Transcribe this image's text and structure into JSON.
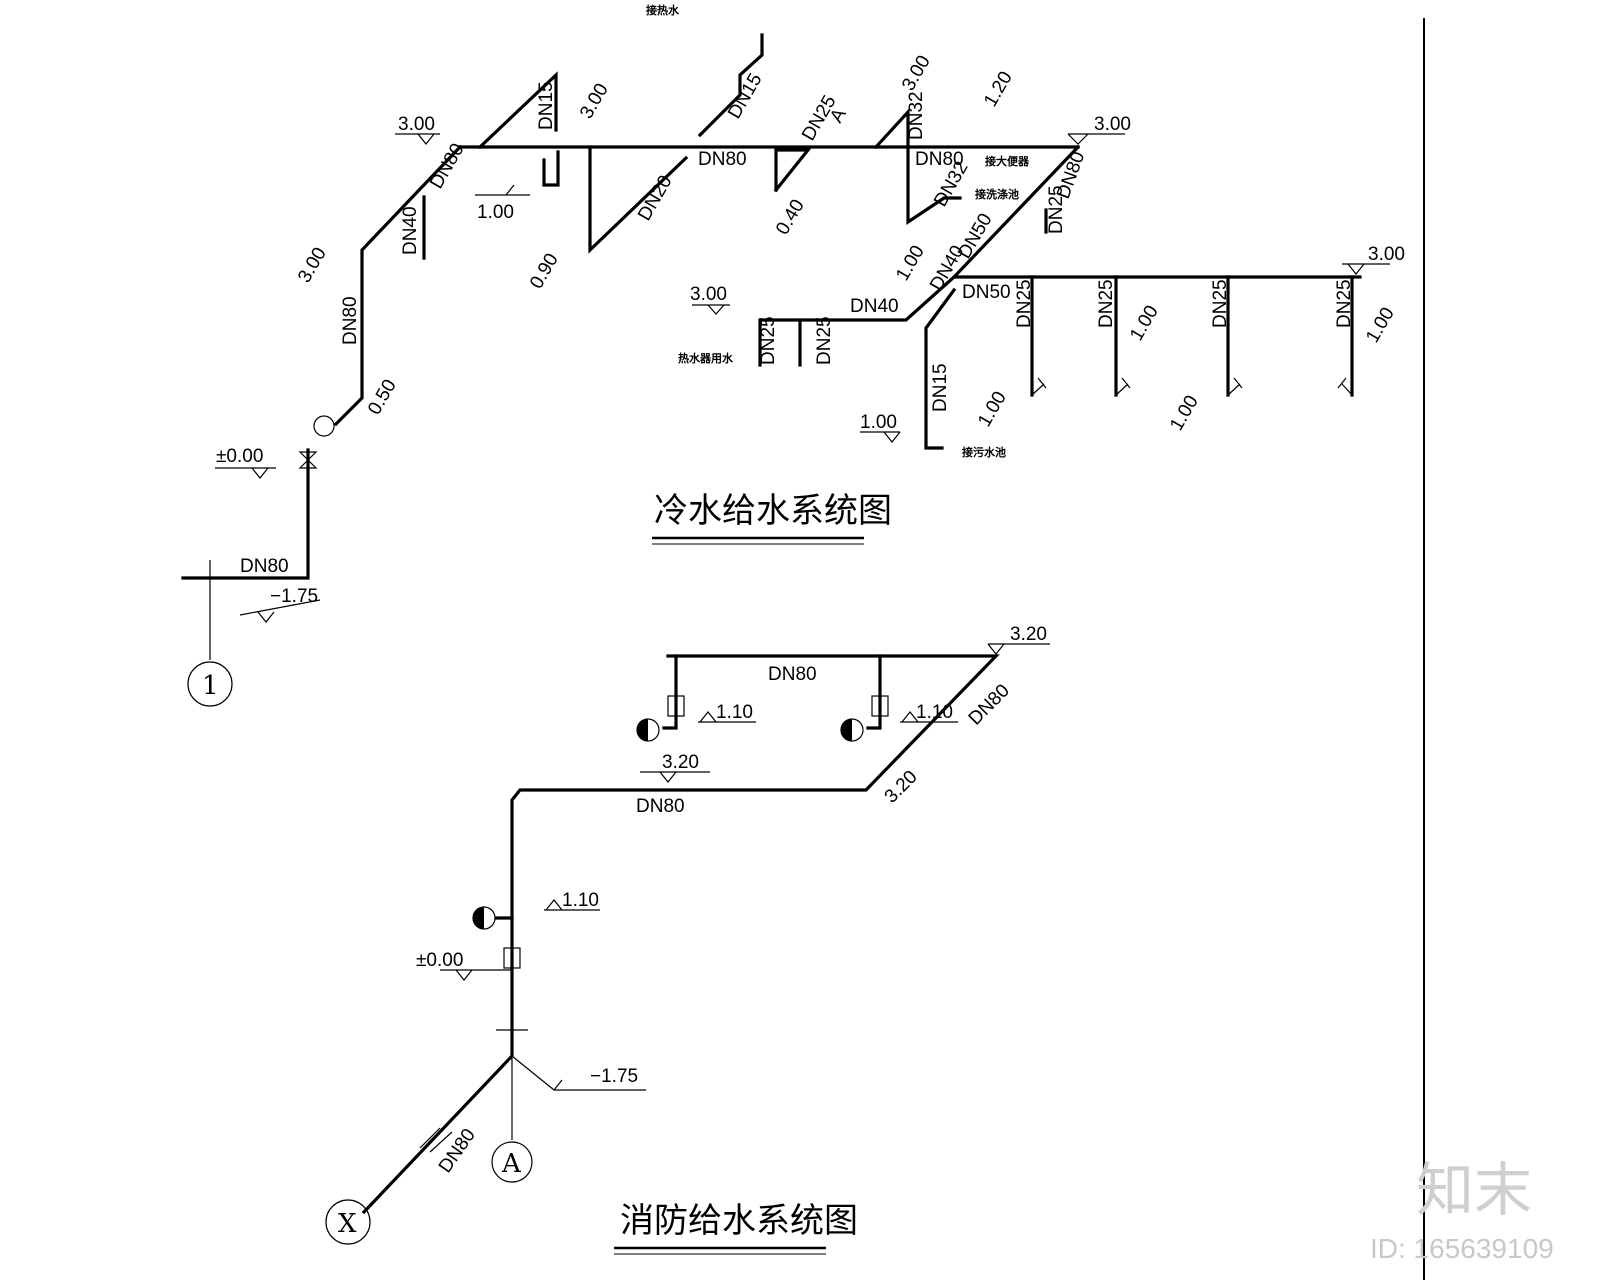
{
  "titles": {
    "cold_water": "冷水给水系统图",
    "fire_water": "消防给水系统图"
  },
  "cold": {
    "main_dn80_top": "DN80",
    "main_dn80_diag": "DN80",
    "riser_dn80": "DN80",
    "dn80_right": "DN80",
    "dn80_far_right": "DN80",
    "dn80_inlet": "DN80",
    "dn40_left": "DN40",
    "dn15_top": "DN15",
    "dn20": "DN20",
    "dn15_hot": "DN15",
    "dn25_a": "DN25",
    "a_marker": "A",
    "dn32_top": "DN32",
    "dn32_mid": "DN32",
    "dn50_diag": "DN50",
    "dn40_diag": "DN40",
    "dn25_right_riser": "DN25",
    "dn40_branch": "DN40",
    "dn25_heater_1": "DN25",
    "dn25_heater_2": "DN25",
    "dn50_branch": "DN50",
    "dn25_b1": "DN25",
    "dn25_b2": "DN25",
    "dn25_b3": "DN25",
    "dn25_b4": "DN25",
    "dn15_down": "DN15",
    "el_300_top_left": "3.00",
    "el_300_riser": "3.00",
    "el_300_branch": "3.00",
    "el_300_top": "3.00",
    "el_300_right": "3.00",
    "el_300_heater": "3.00",
    "el_300_far_right": "3.00",
    "el_120": "1.20",
    "el_100_mid": "1.00",
    "el_100_diag": "1.00",
    "el_100_b1": "1.00",
    "el_100_b2": "1.00",
    "el_100_b3": "1.00",
    "el_100_b4": "1.00",
    "el_100_drain": "1.00",
    "el_090": "0.90",
    "el_040": "0.40",
    "el_050": "0.50",
    "el_000": "±0.00",
    "el_m175": "−1.75",
    "note_hot": "接热水",
    "note_toilet": "接大便器",
    "note_sink": "接洗涤池",
    "note_heater": "热水器用水",
    "note_mop": "接污水池",
    "circle_1": "1"
  },
  "fire": {
    "dn80_top": "DN80",
    "dn80_diag": "DN80",
    "dn80_main": "DN80",
    "dn80_inlet": "DN80",
    "el_320_top": "3.20",
    "el_320_mid": "3.20",
    "el_320_diag": "3.20",
    "el_110_a": "1.10",
    "el_110_b": "1.10",
    "el_110_c": "1.10",
    "el_000": "±0.00",
    "el_m175": "−1.75",
    "circle_a": "A",
    "circle_x": "X"
  },
  "watermark": {
    "brand": "知末",
    "id": "ID: 165639109"
  }
}
